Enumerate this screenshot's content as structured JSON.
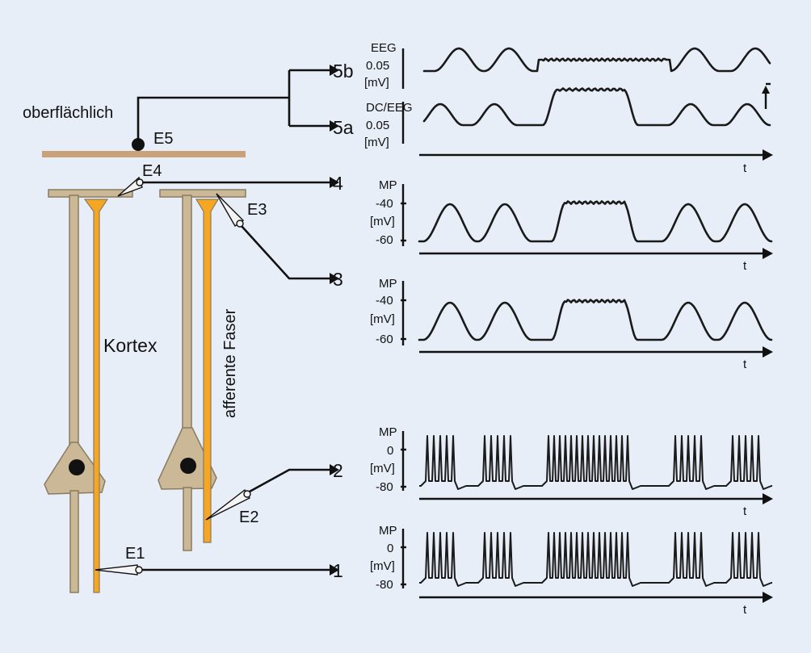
{
  "labels": {
    "superficial": "oberflächlich",
    "e5": "E5",
    "e4": "E4",
    "e3": "E3",
    "e2": "E2",
    "e1": "E1",
    "out5b": "5b",
    "out5a": "5a",
    "out4": "4",
    "out3": "3",
    "out2": "2",
    "out1": "1",
    "cortex": "Kortex",
    "afferent": "afferente Faser"
  },
  "traces": [
    {
      "id": "5b",
      "y_labels": [
        "EEG",
        "0.05",
        "[mV]"
      ],
      "time_label": ""
    },
    {
      "id": "5a",
      "y_labels_top": "DC/EEG",
      "y_labels": [
        "0.05",
        "[mV]"
      ],
      "time_label": "t"
    },
    {
      "id": "3",
      "y_labels": [
        "MP",
        "-40",
        "[mV]",
        "-60"
      ],
      "time_label": "t"
    },
    {
      "id": "4",
      "y_labels": [
        "MP",
        "-40",
        "[mV]",
        "-60"
      ],
      "time_label": "t"
    },
    {
      "id": "2",
      "y_labels": [
        "MP",
        "0",
        "[mV]",
        "-80"
      ],
      "time_label": "t"
    },
    {
      "id": "1",
      "y_labels": [
        "MP",
        "0",
        "[mV]",
        "-80"
      ],
      "time_label": "t"
    }
  ],
  "colors": {
    "neuron": "#cbb896",
    "neuron_stroke": "#8a7a60",
    "fiber": "#f5a623",
    "surface": "#c9a27a",
    "background": "#e8eef8"
  }
}
